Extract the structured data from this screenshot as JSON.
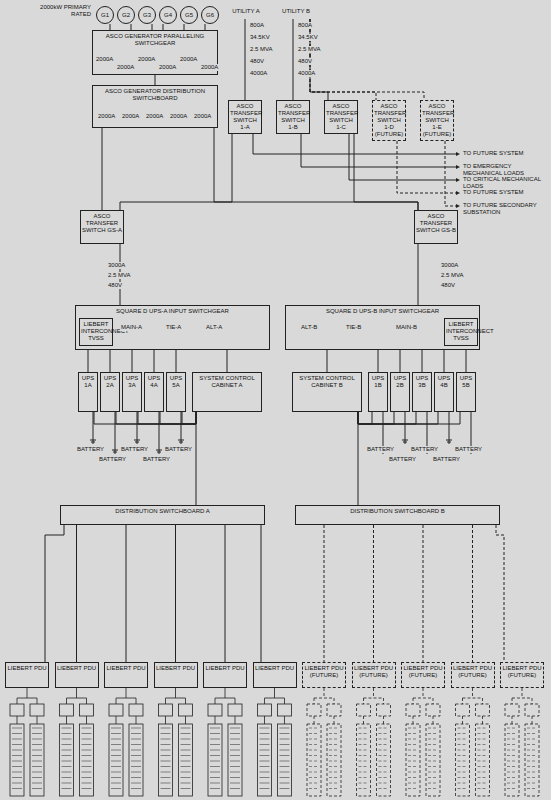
{
  "diagram": {
    "nodes": [
      {
        "text": [
          "G1"
        ]
      },
      {
        "text": [
          "G2"
        ]
      },
      {
        "text": [
          "G3"
        ]
      },
      {
        "text": [
          "G4"
        ]
      },
      {
        "text": [
          "G5"
        ]
      },
      {
        "text": [
          "G6"
        ]
      },
      {
        "text": [
          "ASCO GENERATOR PARALLELING SWITCHGEAR"
        ]
      },
      {
        "text": [
          "ASCO GENERATOR DISTRIBUTION SWITCHBOARD"
        ]
      },
      {
        "text": [
          "UTILITY A"
        ]
      },
      {
        "text": [
          "UTILITY B"
        ]
      },
      {
        "text": [
          "ASCO TRANSFER SWITCH 1-A"
        ]
      },
      {
        "text": [
          "ASCO TRANSFER SWITCH 1-B"
        ]
      },
      {
        "text": [
          "ASCO TRANSFER SWITCH 1-C"
        ]
      },
      {
        "text": [
          "ASCO TRANSFER SWITCH 1-D",
          "(FUTURE)"
        ]
      },
      {
        "text": [
          "ASCO TRANSFER SWITCH 1-E",
          "(FUTURE)"
        ]
      },
      {
        "text": [
          "ASCO TRANSFER SWITCH GS-A"
        ]
      },
      {
        "text": [
          "ASCO TRANSFER SWITCH GS-B"
        ]
      },
      {
        "text": [
          "SQUARE D UPS-A INPUT SWITCHGEAR"
        ]
      },
      {
        "text": [
          "LIEBERT INTERCONNECT TVSS"
        ],
        "in": 17
      },
      {
        "text": [
          "SQUARE D UPS-B INPUT SWITCHGEAR"
        ]
      },
      {
        "text": [
          "LIEBERT INTERCONNECT TVSS"
        ],
        "in": 19
      },
      {
        "text": [
          "UPS 1A"
        ]
      },
      {
        "text": [
          "UPS 2A"
        ]
      },
      {
        "text": [
          "UPS 3A"
        ]
      },
      {
        "text": [
          "UPS 4A"
        ]
      },
      {
        "text": [
          "UPS 5A"
        ]
      },
      {
        "text": [
          "SYSTEM CONTROL CABINET A"
        ]
      },
      {
        "text": [
          "SYSTEM CONTROL CABINET B"
        ]
      },
      {
        "text": [
          "UPS 1B"
        ]
      },
      {
        "text": [
          "UPS 2B"
        ]
      },
      {
        "text": [
          "UPS 3B"
        ]
      },
      {
        "text": [
          "UPS 4B"
        ]
      },
      {
        "text": [
          "UPS 5B"
        ]
      },
      {
        "text": [
          "DISTRIBUTION SWITCHBOARD A"
        ]
      },
      {
        "text": [
          "DISTRIBUTION SWITCHBOARD B"
        ]
      },
      {
        "text": [
          "LIEBERT PDU"
        ]
      },
      {
        "text": [
          "LIEBERT PDU"
        ]
      },
      {
        "text": [
          "LIEBERT PDU"
        ]
      },
      {
        "text": [
          "LIEBERT PDU"
        ]
      },
      {
        "text": [
          "LIEBERT PDU"
        ]
      },
      {
        "text": [
          "LIEBERT PDU"
        ]
      },
      {
        "text": [
          "LIEBERT PDU",
          "(FUTURE)"
        ]
      },
      {
        "text": [
          "LIEBERT PDU",
          "(FUTURE)"
        ]
      },
      {
        "text": [
          "LIEBERT PDU",
          "(FUTURE)"
        ]
      },
      {
        "text": [
          "LIEBERT PDU",
          "(FUTURE)"
        ]
      },
      {
        "text": [
          "LIEBERT PDU",
          "(FUTURE)"
        ]
      }
    ],
    "edges": [
      {
        "from": 0,
        "to": 6,
        "arrow": "none"
      },
      {
        "from": 1,
        "to": 6,
        "arrow": "none"
      },
      {
        "from": 2,
        "to": 6,
        "arrow": "none"
      },
      {
        "from": 3,
        "to": 6,
        "arrow": "none"
      },
      {
        "from": 4,
        "to": 6,
        "arrow": "none"
      },
      {
        "from": 5,
        "to": 6,
        "arrow": "none"
      },
      {
        "from": 6,
        "to": 7,
        "arrow": "none"
      },
      {
        "from": 8,
        "to": 10,
        "arrow": "none"
      },
      {
        "from": 9,
        "to": 11,
        "arrow": "none"
      },
      {
        "from": 9,
        "to": 12,
        "arrow": "none"
      },
      {
        "from": 9,
        "to": 13,
        "arrow": "none"
      },
      {
        "from": 9,
        "to": 14,
        "arrow": "none"
      },
      {
        "from": 7,
        "to": 15,
        "arrow": "none"
      },
      {
        "from": 7,
        "to": 16,
        "arrow": "none"
      },
      {
        "from": 10,
        "to": 15,
        "arrow": "none"
      },
      {
        "from": 12,
        "to": 16,
        "arrow": "none"
      },
      {
        "from": 15,
        "to": 17,
        "arrow": "none"
      },
      {
        "from": 16,
        "to": 19,
        "arrow": "none"
      },
      {
        "from": 17,
        "to": 21,
        "arrow": "none"
      },
      {
        "from": 17,
        "to": 22,
        "arrow": "none"
      },
      {
        "from": 17,
        "to": 23,
        "arrow": "none"
      },
      {
        "from": 17,
        "to": 24,
        "arrow": "none"
      },
      {
        "from": 17,
        "to": 25,
        "arrow": "none"
      },
      {
        "from": 17,
        "to": 26,
        "arrow": "none"
      },
      {
        "from": 19,
        "to": 27,
        "arrow": "none"
      },
      {
        "from": 19,
        "to": 28,
        "arrow": "none"
      },
      {
        "from": 19,
        "to": 29,
        "arrow": "none"
      },
      {
        "from": 19,
        "to": 30,
        "arrow": "none"
      },
      {
        "from": 19,
        "to": 31,
        "arrow": "none"
      },
      {
        "from": 19,
        "to": 32,
        "arrow": "none"
      },
      {
        "from": 21,
        "to": 26,
        "arrow": "none"
      },
      {
        "from": 22,
        "to": 26,
        "arrow": "none"
      },
      {
        "from": 23,
        "to": 26,
        "arrow": "none"
      },
      {
        "from": 24,
        "to": 26,
        "arrow": "none"
      },
      {
        "from": 25,
        "to": 26,
        "arrow": "none"
      },
      {
        "from": 28,
        "to": 27,
        "arrow": "none"
      },
      {
        "from": 29,
        "to": 27,
        "arrow": "none"
      },
      {
        "from": 30,
        "to": 27,
        "arrow": "none"
      },
      {
        "from": 31,
        "to": 27,
        "arrow": "none"
      },
      {
        "from": 32,
        "to": 27,
        "arrow": "none"
      },
      {
        "from": 26,
        "to": 33,
        "arrow": "none"
      },
      {
        "from": 27,
        "to": 34,
        "arrow": "none"
      },
      {
        "from": 33,
        "to": 35,
        "arrow": "none"
      },
      {
        "from": 33,
        "to": 36,
        "arrow": "none"
      },
      {
        "from": 33,
        "to": 37,
        "arrow": "none"
      },
      {
        "from": 33,
        "to": 38,
        "arrow": "none"
      },
      {
        "from": 33,
        "to": 39,
        "arrow": "none"
      },
      {
        "from": 33,
        "to": 40,
        "arrow": "none"
      },
      {
        "from": 34,
        "to": 41,
        "arrow": "none"
      },
      {
        "from": 34,
        "to": 42,
        "arrow": "none"
      },
      {
        "from": 34,
        "to": 43,
        "arrow": "none"
      },
      {
        "from": 34,
        "to": 44,
        "arrow": "none"
      },
      {
        "from": 34,
        "to": 45,
        "arrow": "none"
      }
    ],
    "labels": [
      "2000kW PRIMARY RATED",
      "2000A",
      "2000A",
      "2000A",
      "2000A",
      "2000A",
      "2000A",
      "2000A",
      "2000A",
      "2000A",
      "2000A",
      "2000A",
      "800A",
      "34.5KV",
      "2.5 MVA",
      "480V",
      "4000A",
      "800A",
      "34.5KV",
      "2.5 MVA",
      "480V",
      "4000A",
      "TO FUTURE SYSTEM",
      "TO EMERGENCY MECHANICAL LOADS",
      "TO CRITICAL MECHANICAL LOADS",
      "TO FUTURE SYSTEM",
      "TO FUTURE SECONDARY SUBSTATION",
      "3000A",
      "2.5 MVA",
      "480V",
      "3000A",
      "2.5 MVA",
      "480V",
      "MAIN-A",
      "TIE-A",
      "ALT-A",
      "ALT-B",
      "TIE-B",
      "MAIN-B",
      "BATTERY",
      "BATTERY",
      "BATTERY",
      "BATTERY",
      "BATTERY",
      "BATTERY",
      "BATTERY",
      "BATTERY",
      "BATTERY",
      "BATTERY"
    ]
  }
}
